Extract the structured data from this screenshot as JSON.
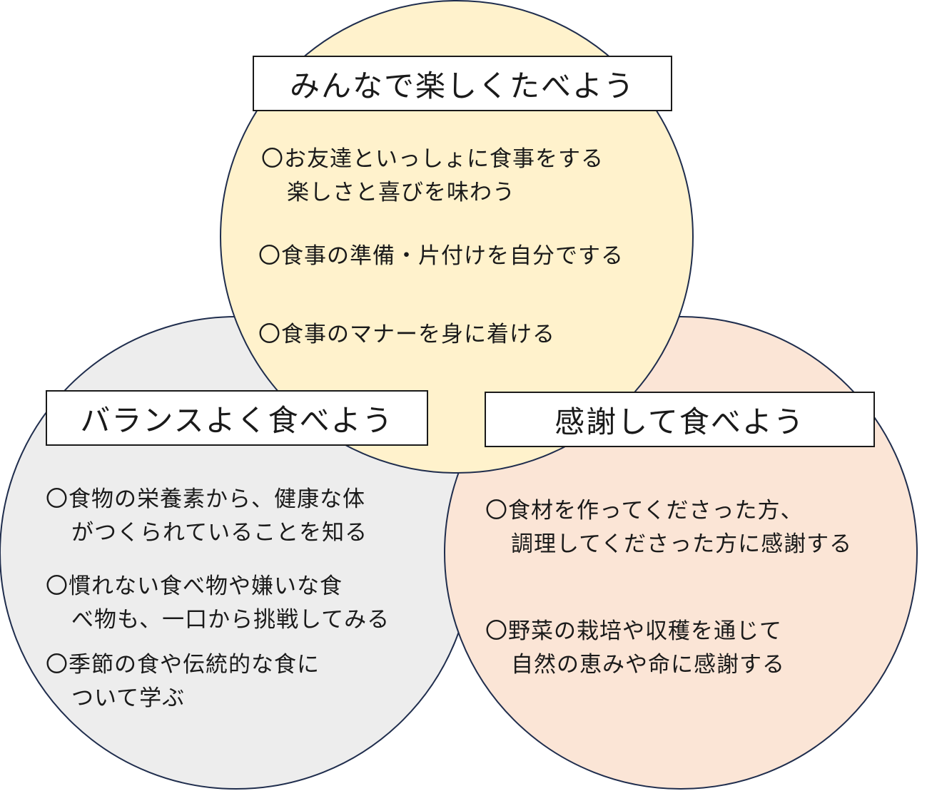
{
  "colors": {
    "top_fill": "#fff2cc",
    "left_fill": "#ededed",
    "right_fill": "#fbe5d6",
    "stroke": "#1f2d4d"
  },
  "top": {
    "title": "みんなで楽しくたべよう",
    "items": [
      {
        "line1": "〇お友達といっしょに食事をする",
        "line2": "楽しさと喜びを味わう"
      },
      {
        "line1": "〇食事の準備・片付けを自分でする",
        "line2": ""
      },
      {
        "line1": "〇食事のマナーを身に着ける",
        "line2": ""
      }
    ]
  },
  "left": {
    "title": "バランスよく食べよう",
    "items": [
      {
        "line1": "〇食物の栄養素から、健康な体",
        "line2": "がつくられていることを知る"
      },
      {
        "line1": "〇慣れない食べ物や嫌いな食",
        "line2": "べ物も、一口から挑戦してみる"
      },
      {
        "line1": "〇季節の食や伝統的な食に",
        "line2": "ついて学ぶ"
      }
    ]
  },
  "right": {
    "title": "感謝して食べよう",
    "items": [
      {
        "line1": "〇食材を作ってくださった方、",
        "line2": "調理してくださった方に感謝する"
      },
      {
        "line1": "〇野菜の栽培や収穫を通じて",
        "line2": "自然の恵みや命に感謝する"
      }
    ]
  }
}
